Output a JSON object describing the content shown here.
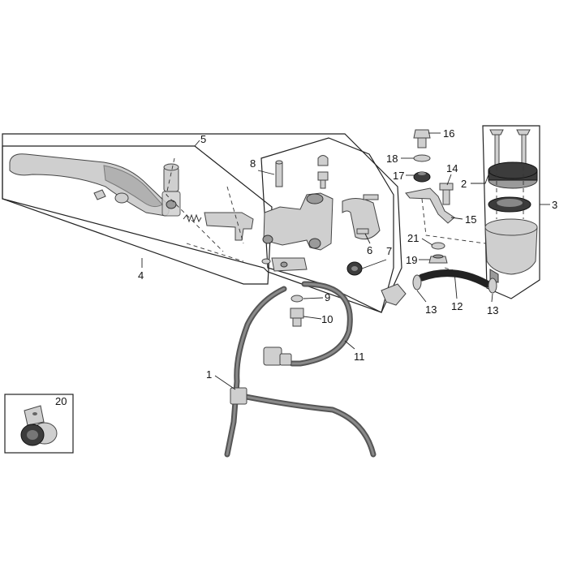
{
  "part_numbers": {
    "p1": "1",
    "p2": "2",
    "p3": "3",
    "p4": "4",
    "p5": "5",
    "p6": "6",
    "p7": "7",
    "p8": "8",
    "p9": "9",
    "p10": "10",
    "p11": "11",
    "p12": "12",
    "p13a": "13",
    "p13b": "13",
    "p14": "14",
    "p15": "15",
    "p16": "16",
    "p17": "17",
    "p18": "18",
    "p19": "19",
    "p20": "20",
    "p21": "21"
  }
}
